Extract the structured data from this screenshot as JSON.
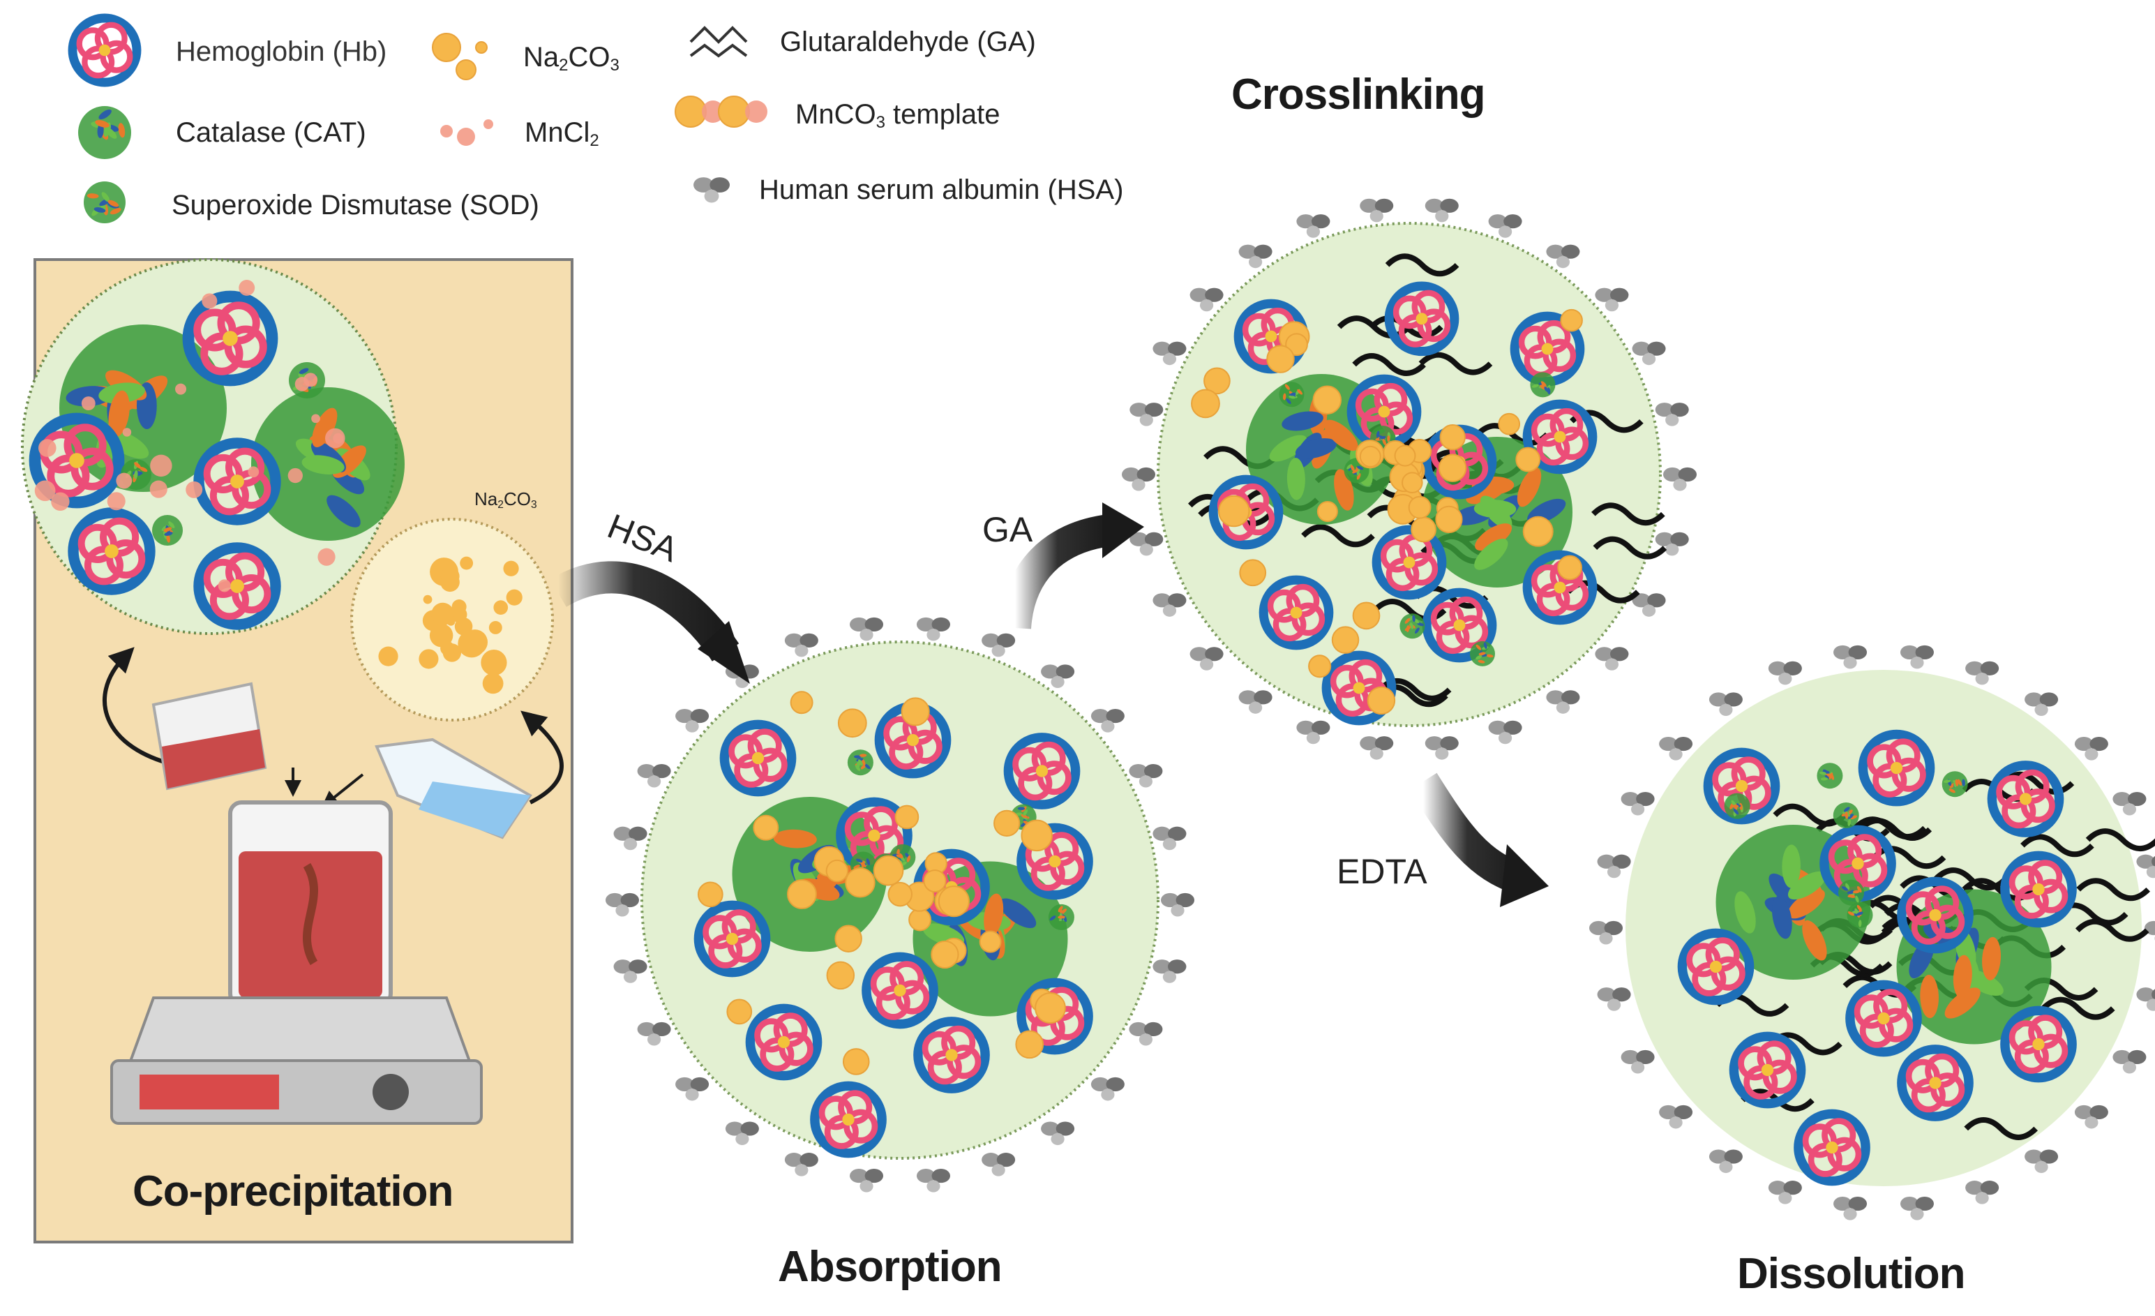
{
  "legend": {
    "hb": "Hemoglobin (Hb)",
    "cat": "Catalase (CAT)",
    "sod": "Superoxide Dismutase (SOD)",
    "na2co3_main": "Na",
    "na2co3_sub2": "2",
    "na2co3_co": "CO",
    "na2co3_sub3": "3",
    "mncl_main": "MnCl",
    "mncl_sub": "2",
    "ga": "Glutaraldehyde (GA)",
    "mnco3_main": "MnCO",
    "mnco3_sub": "3",
    "mnco3_rest": " template",
    "hsa": "Human serum albumin (HSA)"
  },
  "small_label": {
    "main": "Na",
    "sub2": "2",
    "co": "CO",
    "sub3": "3"
  },
  "stages": {
    "coprecip": "Co-precipitation",
    "absorption": "Absorption",
    "crosslinking": "Crosslinking",
    "dissolution": "Dissolution"
  },
  "arrows": {
    "hsa": "HSA",
    "ga": "GA",
    "edta": "EDTA"
  },
  "colors": {
    "panel_bg": "#f5deb0",
    "particle_bg": "#e3f0d2",
    "hb_pink": "#ec4d78",
    "hb_blue": "#1e6fb8",
    "enzyme_green": "#3a9a3a",
    "enzyme_orange": "#e87a2a",
    "template_orange": "#f6b74a",
    "mncl_salmon": "#f39a86",
    "hsa_grey": "#8a8a8a",
    "arrow": "#1a1a1a",
    "beaker_liquid": "#c94a4a",
    "flask_liquid": "#8fc6ee"
  }
}
